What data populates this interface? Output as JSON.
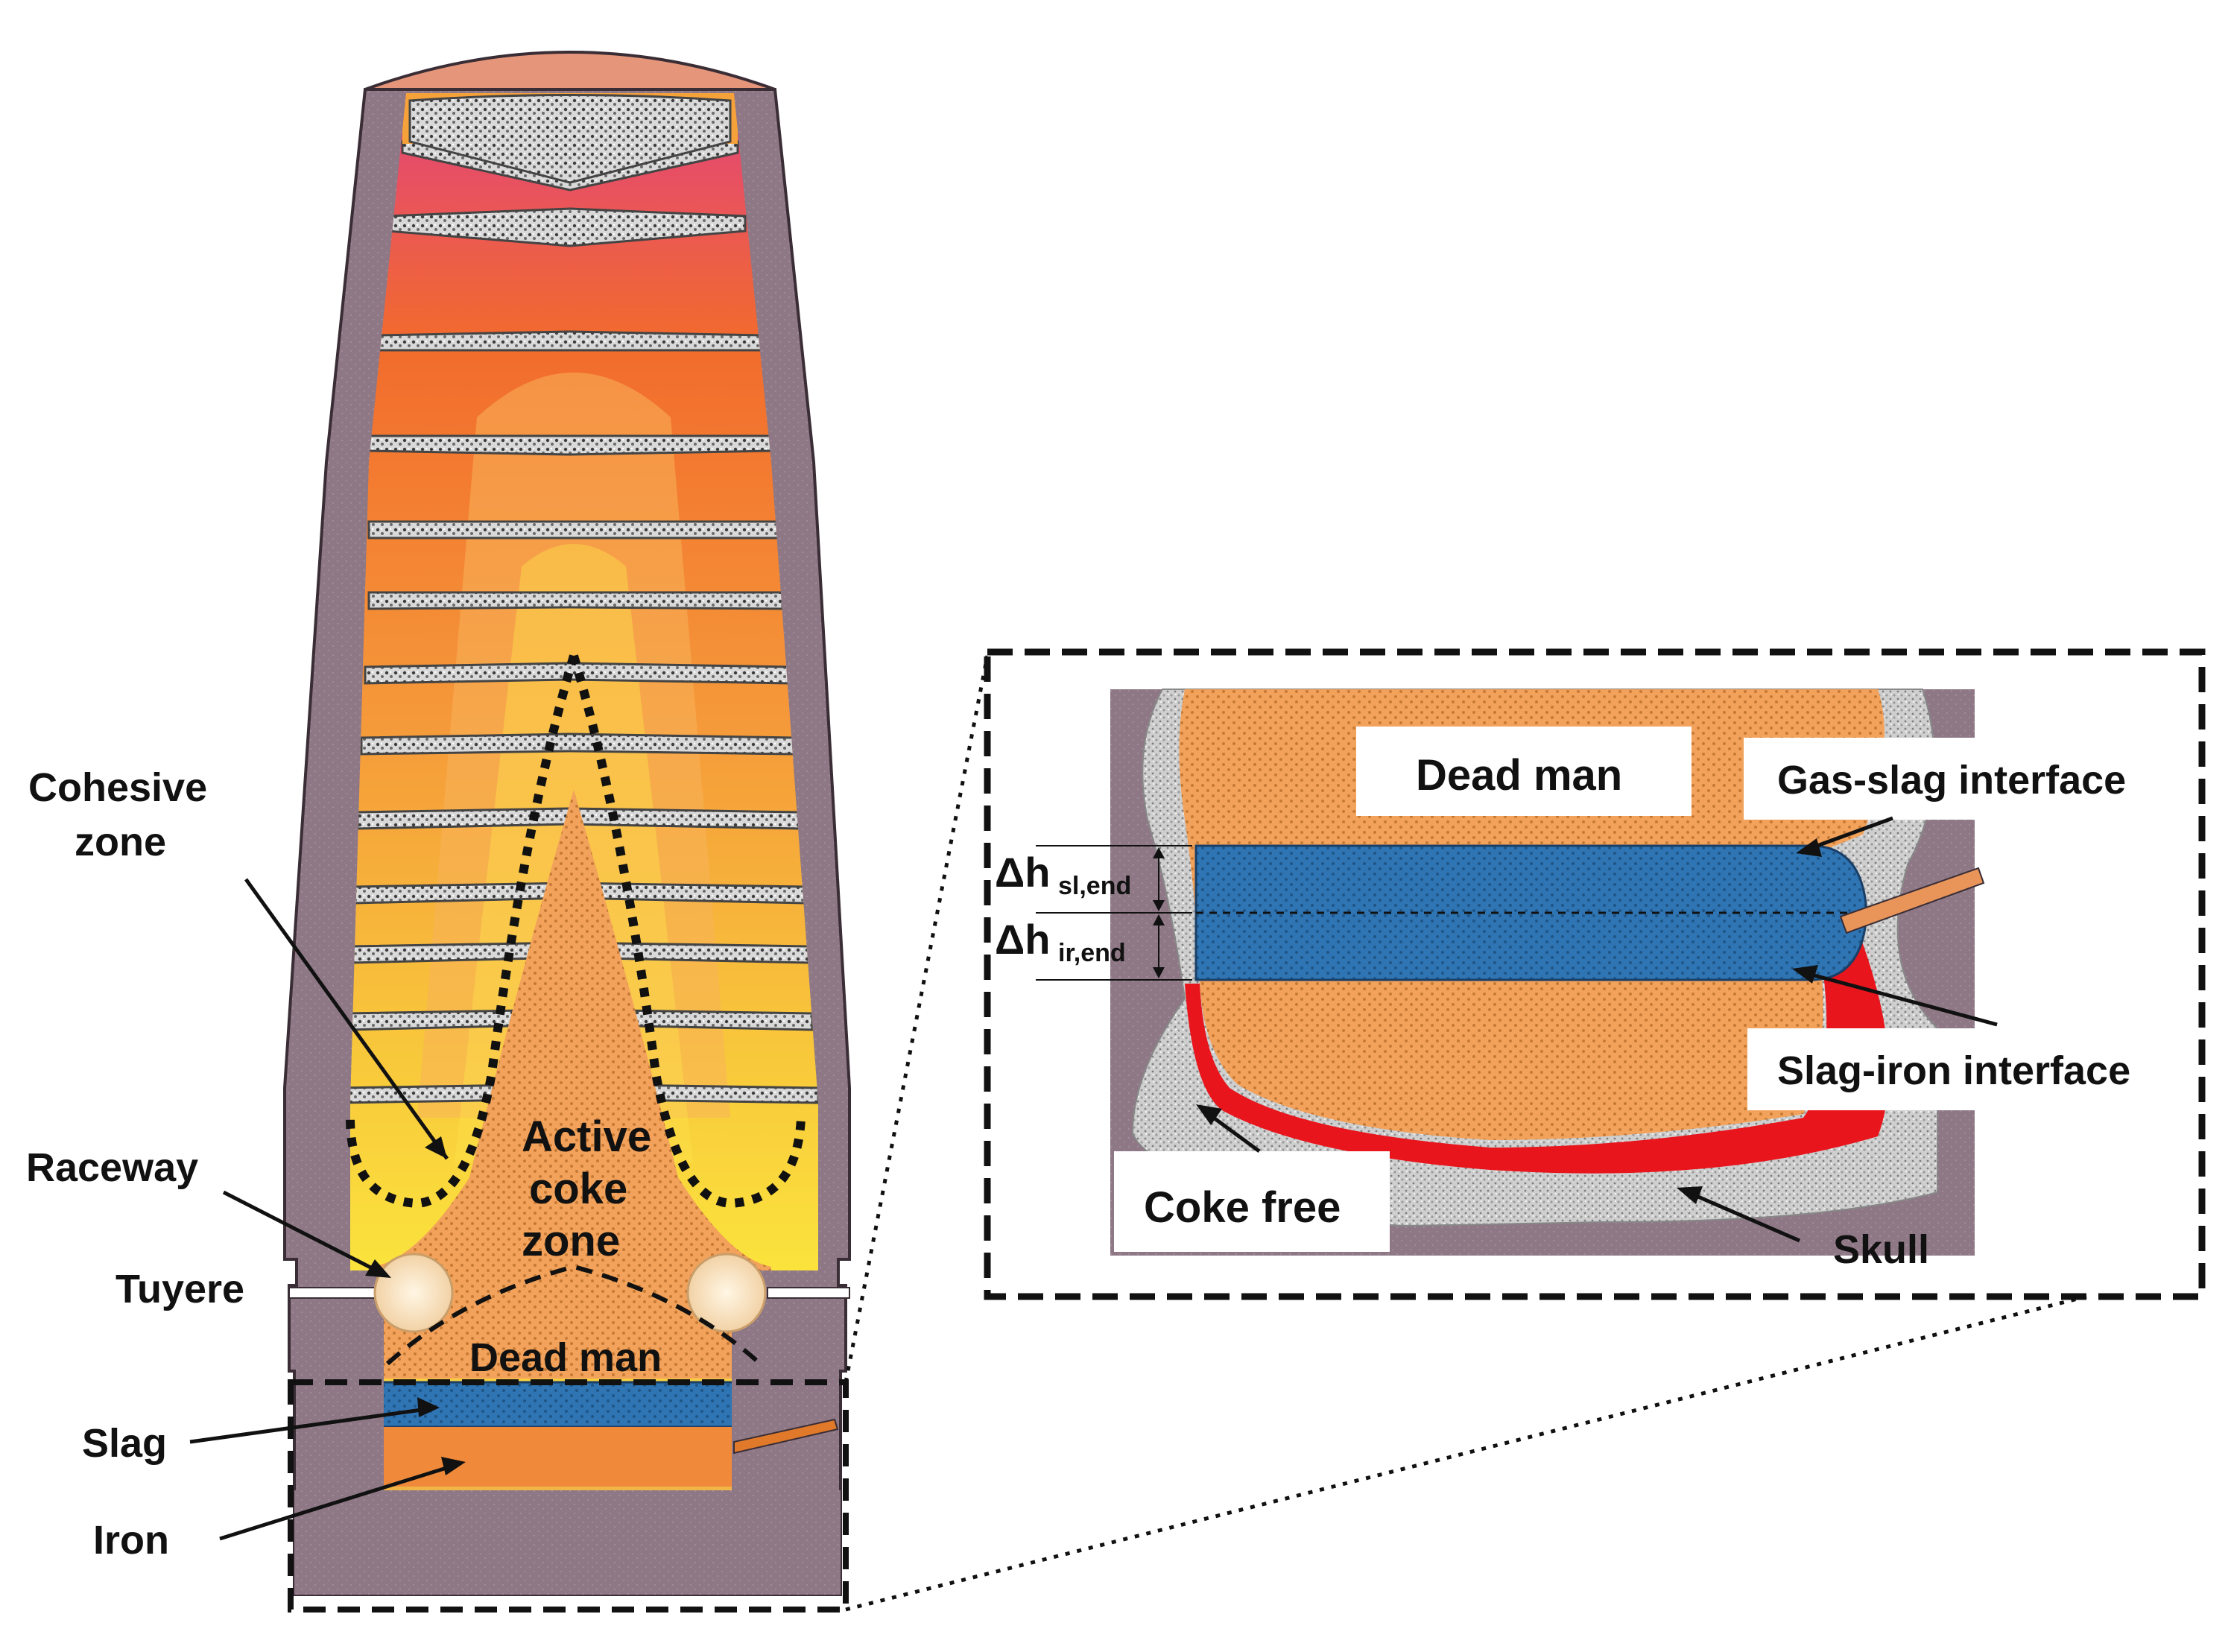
{
  "furnace_labels": {
    "cohesive_zone_line1": "Cohesive",
    "cohesive_zone_line2": "zone",
    "raceway": "Raceway",
    "tuyere": "Tuyere",
    "slag": "Slag",
    "iron": "Iron",
    "active_coke_line1": "Active",
    "active_coke_line2": "coke",
    "active_coke_line3": "zone",
    "dead_man": "Dead man"
  },
  "inset_labels": {
    "dead_man": "Dead man",
    "gas_slag_interface": "Gas-slag interface",
    "slag_iron_interface": "Slag-iron interface",
    "coke_free": "Coke free",
    "skull": "Skull",
    "delta_h_sl_symbol": "Δh",
    "delta_h_sl_subscript": "sl,end",
    "delta_h_ir_symbol": "Δh",
    "delta_h_ir_subscript": "ir,end"
  },
  "colors": {
    "refractory": "#8a7282",
    "coke_orange": "#f0a050",
    "slag_blue": "#2f6fae",
    "coke_free_red": "#e8151c",
    "skull_grey": "#c8c8c8",
    "cohesive_yellow": "#ffe93a",
    "top_pink": "#e54a8c"
  }
}
